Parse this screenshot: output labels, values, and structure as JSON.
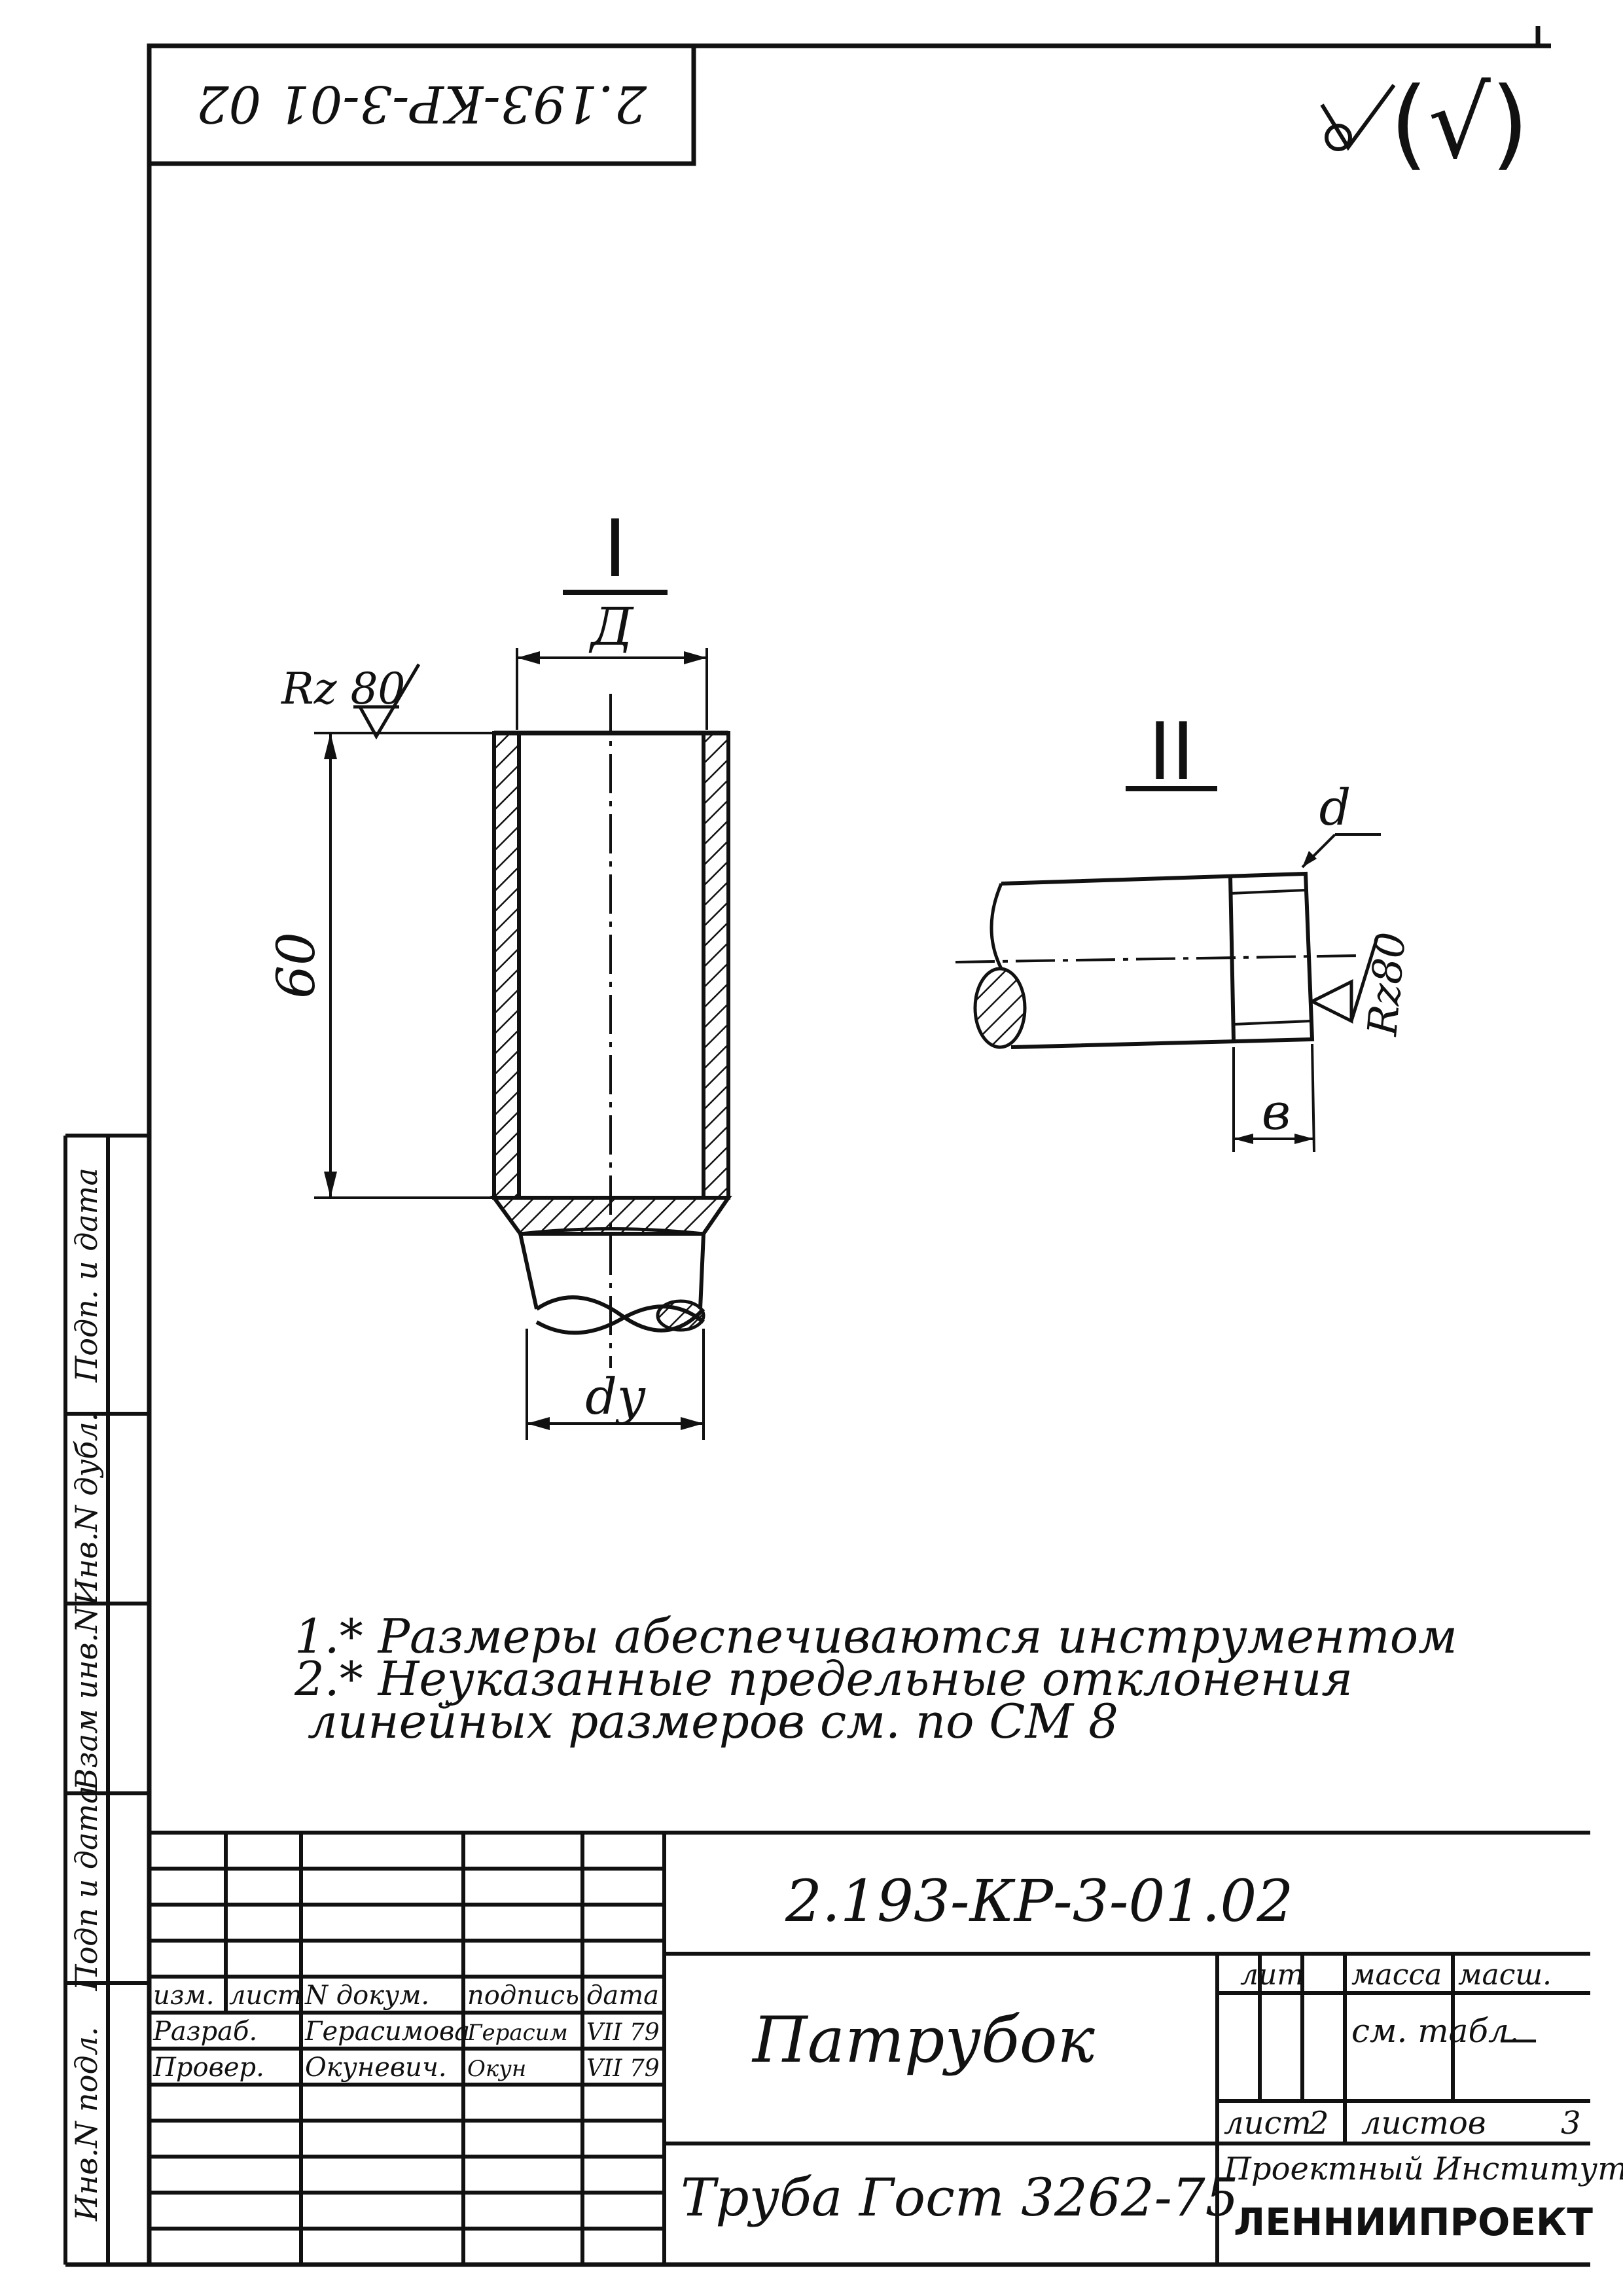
{
  "rotated_code": "2.193-КР-3-01 02",
  "surface_symbol": "(√)",
  "view_I": {
    "title": "I",
    "outer_dim": "Д",
    "roughness": "Rz 80",
    "length_dim": "60",
    "inner_dim": "dy"
  },
  "view_II": {
    "title": "II",
    "dim_d": "d",
    "roughness": "Rz80",
    "dim_b": "в"
  },
  "notes": [
    "1.* Размеры абеспечиваются инструментом",
    "2.* Неуказанные предельные отклонения",
    "линейных размеров см. по СМ 8"
  ],
  "side_stamp": [
    "Инв.N подл.",
    "Подп и дата",
    "Взам инв.N",
    "Инв.N дубл.",
    "Подп. и дата"
  ],
  "title_block": {
    "doc_code": "2.193-КР-3-01.02",
    "name": "Патрубок",
    "material": "Труба Гост 3262-75",
    "col_headers": [
      "изм.",
      "лист",
      "N докум.",
      "подпись",
      "дата"
    ],
    "rows": [
      {
        "role": "Разраб.",
        "name": "Герасимова",
        "sign": "Герасим",
        "date": "VII 79"
      },
      {
        "role": "Провер.",
        "name": "Окуневич.",
        "sign": "Окун",
        "date": "VII 79"
      }
    ],
    "lit_header": "лит",
    "mass_header": "масса",
    "scale_header": "масш.",
    "mass_value": "см. табл.",
    "scale_value": "—",
    "sheet_label": "лист",
    "sheet_num": "2",
    "sheets_label": "листов",
    "sheets_total": "3",
    "org_line1": "Проектный Институт",
    "org_line2": "ЛЕННИИПРОЕКТ"
  }
}
